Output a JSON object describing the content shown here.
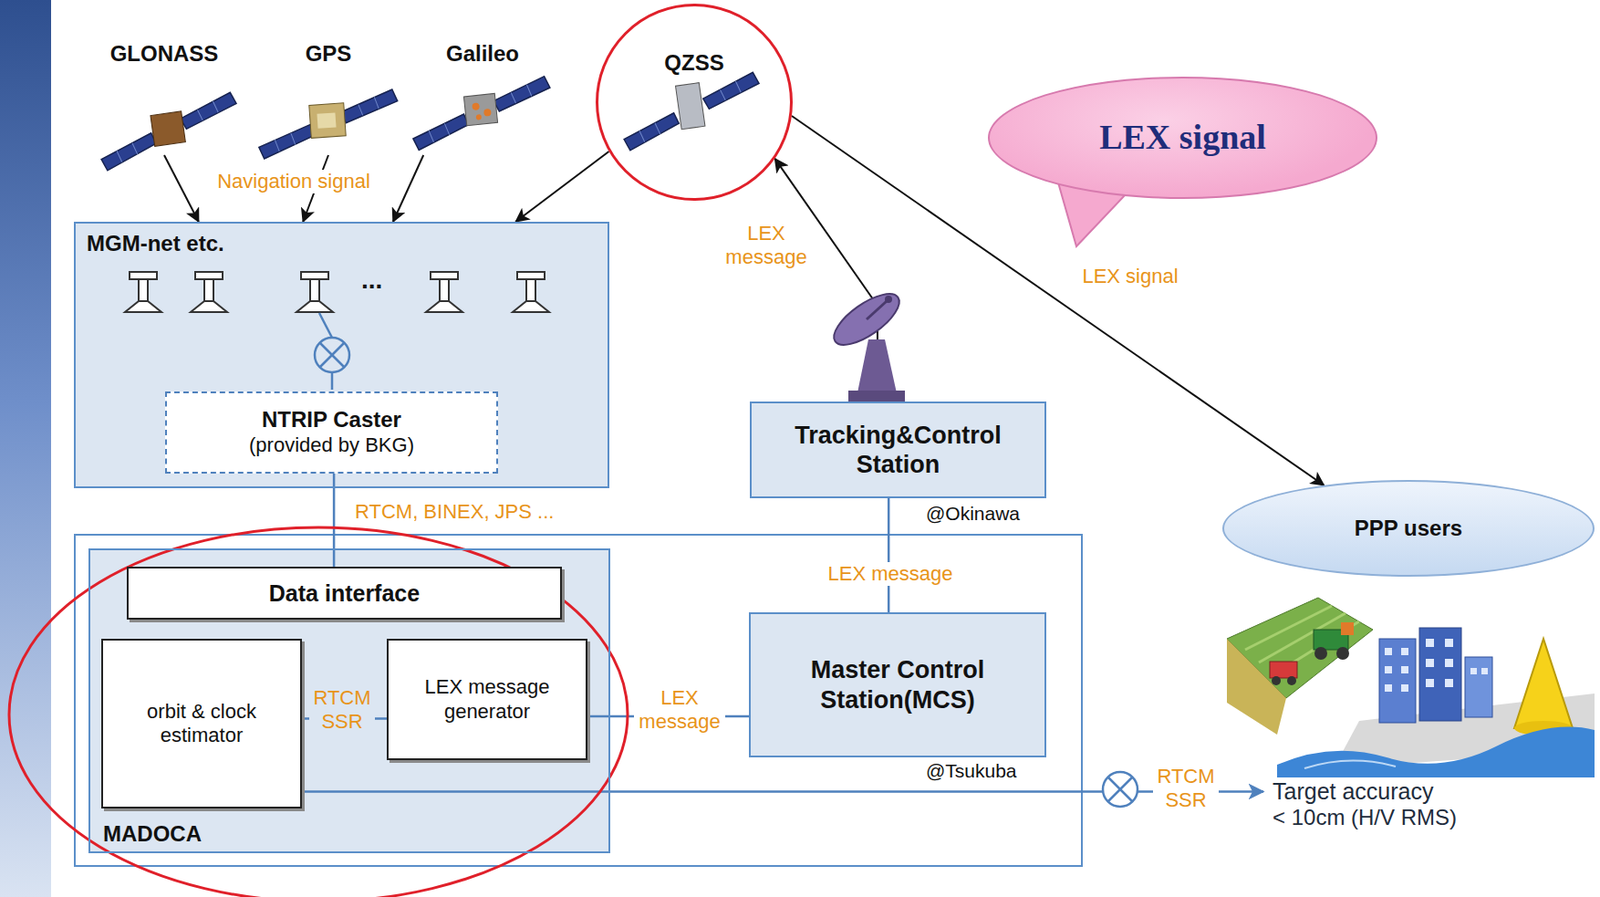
{
  "diagram": {
    "nodes": [
      {
        "text": [
          "GLONASS"
        ]
      },
      {
        "text": [
          "GPS"
        ]
      },
      {
        "text": [
          "Galileo"
        ]
      },
      {
        "text": [
          "QZSS"
        ]
      },
      {
        "text": [
          "LEX signal"
        ]
      },
      {
        "text": [
          "MGM-net etc."
        ]
      },
      {
        "text": [
          "NTRIP Caster",
          "(provided by BKG)"
        ],
        "in": 5
      },
      {
        "text": [
          "Tracking&Control Station"
        ]
      },
      {
        "text": [
          "PPP users"
        ]
      },
      {
        "text": [
          "MADOCA"
        ]
      },
      {
        "text": [
          "Data interface"
        ],
        "in": 9
      },
      {
        "text": [
          "orbit & clock estimator"
        ],
        "in": 9
      },
      {
        "text": [
          "LEX message generator"
        ],
        "in": 9
      },
      {
        "text": [
          "Master Control Station(MCS)"
        ]
      },
      {
        "text": [
          "Target accuracy",
          "< 10cm (H/V RMS)"
        ]
      }
    ],
    "edges": [
      {
        "from": 0,
        "to": 5,
        "arrow": "to"
      },
      {
        "from": 1,
        "to": 5,
        "arrow": "to"
      },
      {
        "from": 2,
        "to": 5,
        "arrow": "to"
      },
      {
        "from": 3,
        "to": 5,
        "arrow": "to"
      },
      {
        "from": 7,
        "to": 3,
        "label": "LEX message",
        "arrow": "to"
      },
      {
        "from": 3,
        "to": 8,
        "label": "LEX signal",
        "arrow": "to"
      },
      {
        "from": 6,
        "to": 10,
        "label": "RTCM, BINEX, JPS ...",
        "arrow": "none"
      },
      {
        "from": 11,
        "to": 12,
        "label": "RTCM SSR",
        "arrow": "none"
      },
      {
        "from": 12,
        "to": 13,
        "label": "LEX message",
        "arrow": "none"
      },
      {
        "from": 13,
        "to": 7,
        "label": "LEX message",
        "arrow": "none"
      },
      {
        "from": 11,
        "to": 14,
        "label": "RTCM SSR",
        "arrow": "to"
      }
    ],
    "labels": [
      "Navigation signal",
      "...",
      "@Okinawa",
      "@Tsukuba"
    ]
  }
}
